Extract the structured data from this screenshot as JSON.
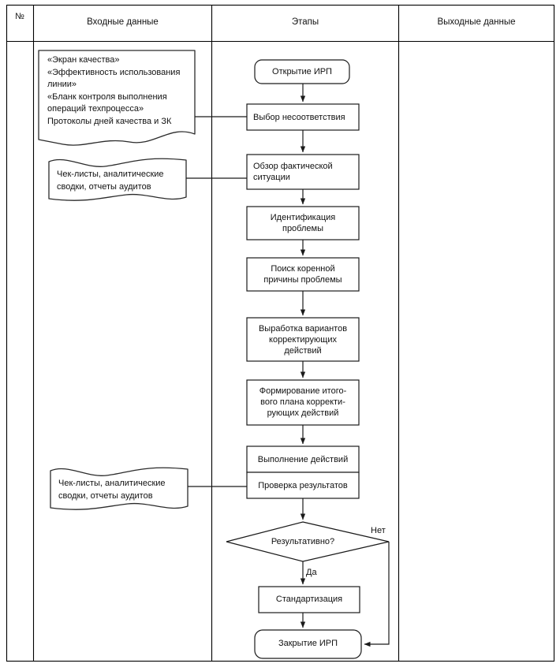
{
  "table": {
    "headers": [
      {
        "id": "num",
        "label": "№"
      },
      {
        "id": "input",
        "label": "Входные данные"
      },
      {
        "id": "stages",
        "label": "Этапы"
      },
      {
        "id": "output",
        "label": "Выходные данные"
      }
    ]
  },
  "documents": [
    {
      "id": "doc-quality-sources",
      "text": "«Экран качества»\n«Эффективность использования линии»\n«Бланк контроля выполнения операций техпроцесса»\nПротоколы дней качества и ЗК",
      "lines": [
        "«Экран качества»",
        "«Эффективность использования",
        "линии»",
        "«Бланк контроля выполнения опе-",
        "раций техпроцесса»",
        "Протоколы дней качества и ЗК"
      ]
    },
    {
      "id": "doc-checklists-top",
      "text": "Чек-листы, аналитические\nсводки, отчеты аудитов",
      "lines": [
        "Чек-листы, аналитические",
        "сводки, отчеты аудитов"
      ]
    },
    {
      "id": "doc-checklists-bottom",
      "text": "Чек-листы, аналитические\nсводки, отчеты аудитов",
      "lines": [
        "Чек-листы, аналитические",
        "сводки, отчеты аудитов"
      ]
    }
  ],
  "flow": {
    "nodes": [
      {
        "id": "open-irp",
        "shape": "terminator",
        "text": "Открытие ИРП"
      },
      {
        "id": "select-nonconf",
        "shape": "process",
        "text": "Выбор несоответствия"
      },
      {
        "id": "review-actual",
        "shape": "process",
        "text": "Обзор фактической\nситуации"
      },
      {
        "id": "identify-problem",
        "shape": "process",
        "text": "Идентификация\nпроблемы"
      },
      {
        "id": "root-cause",
        "shape": "process",
        "text": "Поиск коренной\nпричины проблемы"
      },
      {
        "id": "develop-options",
        "shape": "process",
        "text": "Выработка вариантов\nкорректирующих\nдействий"
      },
      {
        "id": "final-plan",
        "shape": "process",
        "text": "Формирование итого-\nвого плана корректи-\nрующих действий"
      },
      {
        "id": "execute-actions",
        "shape": "process",
        "text": "Выполнение действий"
      },
      {
        "id": "check-results",
        "shape": "process",
        "text": "Проверка результатов"
      },
      {
        "id": "effective",
        "shape": "decision",
        "text": "Результативно?"
      },
      {
        "id": "standardize",
        "shape": "process",
        "text": "Стандартизация"
      },
      {
        "id": "close-irp",
        "shape": "terminator",
        "text": "Закрытие ИРП"
      }
    ],
    "branches": [
      {
        "id": "yes-branch",
        "label": "Да",
        "from": "effective",
        "to": "standardize"
      },
      {
        "id": "no-branch",
        "label": "Нет",
        "from": "effective",
        "to": "close-irp"
      }
    ]
  },
  "colors": {
    "line": "#1a1a1a",
    "table_border": "#000000",
    "background": "#ffffff",
    "text": "#111111"
  }
}
